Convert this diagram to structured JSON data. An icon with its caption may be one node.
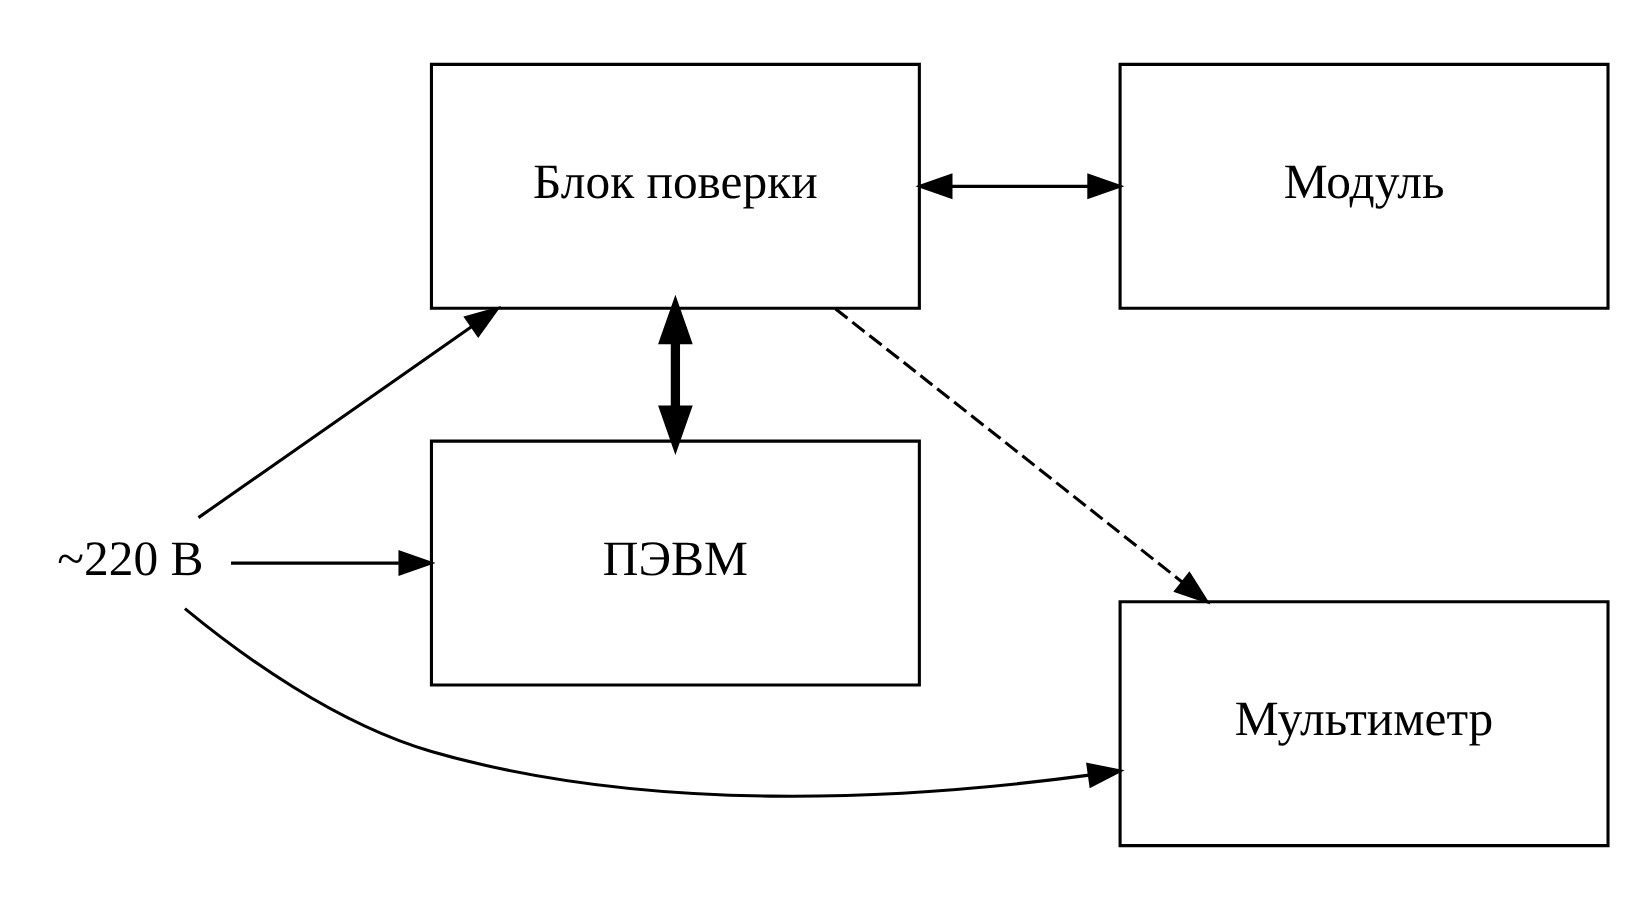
{
  "diagram": {
    "nodes": [
      {
        "text": [
          "Блок поверки"
        ]
      },
      {
        "text": [
          "Модуль"
        ]
      },
      {
        "text": [
          "ПЭВМ"
        ]
      },
      {
        "text": [
          "Мультиметр"
        ]
      },
      {
        "text": [
          "~220 В"
        ]
      }
    ],
    "edges": [
      {
        "from": 0,
        "to": 1,
        "arrow": "both"
      },
      {
        "from": 0,
        "to": 3,
        "arrow": "to",
        "style": "dashed"
      },
      {
        "from": 0,
        "to": 2,
        "arrow": "both",
        "style": "thick"
      },
      {
        "from": 4,
        "to": 0,
        "arrow": "to"
      },
      {
        "from": 4,
        "to": 2,
        "arrow": "to"
      },
      {
        "from": 4,
        "to": 3,
        "arrow": "to"
      }
    ]
  }
}
